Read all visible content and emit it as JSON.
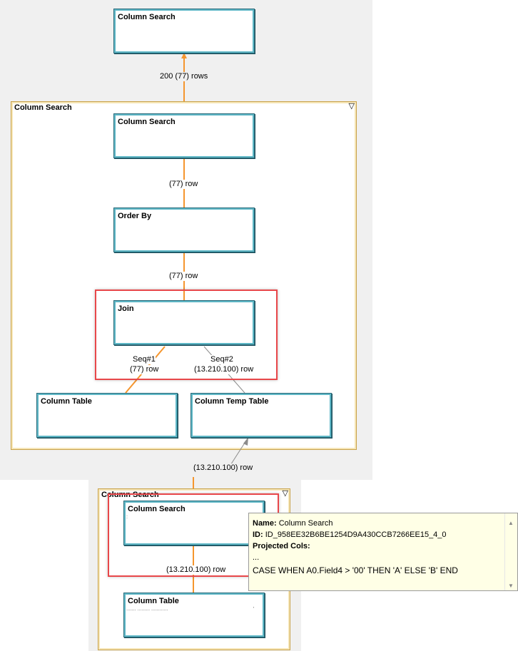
{
  "nodes": {
    "top": {
      "title": "Column Search"
    },
    "inner_search": {
      "title": "Column Search"
    },
    "order_by": {
      "title": "Order By"
    },
    "join": {
      "title": "Join"
    },
    "column_table": {
      "title": "Column Table"
    },
    "temp_table": {
      "title": "Column Temp Table"
    },
    "lower_search": {
      "title": "Column Search",
      "text": ":",
      "mark": "'"
    },
    "lower_table": {
      "title": "Column Table",
      "text": "....... ......... ............",
      "mark": "'"
    }
  },
  "groups": {
    "upper": {
      "title": "Column Search",
      "toggle": "▽"
    },
    "lower": {
      "title": "Column Search",
      "toggle": "▽"
    }
  },
  "edges": {
    "top_in": "200 (77) rows",
    "search_to_order": "(77) row",
    "order_to_join": "(77) row",
    "seq1": "Seq#1",
    "seq1_rows": "(77) row",
    "seq2": "Seq#2",
    "seq2_rows": "(13.210.100) row",
    "lower_to_temp": "(13.210.100) row",
    "lower_inner": "(13.210.100) row"
  },
  "tooltip": {
    "name_label": "Name:",
    "name_value": "Column Search",
    "id_label": "ID:",
    "id_value": "ID_958EE32B6BE1254D9A430CCB7266EE15_4_0",
    "projected_label": "Projected Cols:",
    "ellipsis": "...",
    "code": "CASE WHEN A0.Field4 > '00' THEN 'A' ELSE 'B' END",
    "scroll_up": "▲",
    "scroll_down": "▼"
  },
  "colors": {
    "edge_orange": "#f5962e",
    "edge_gray": "#8c8c8c",
    "highlight": "#e8474a",
    "node_border": "#2a6b7a",
    "group_border": "#c8a24a"
  }
}
